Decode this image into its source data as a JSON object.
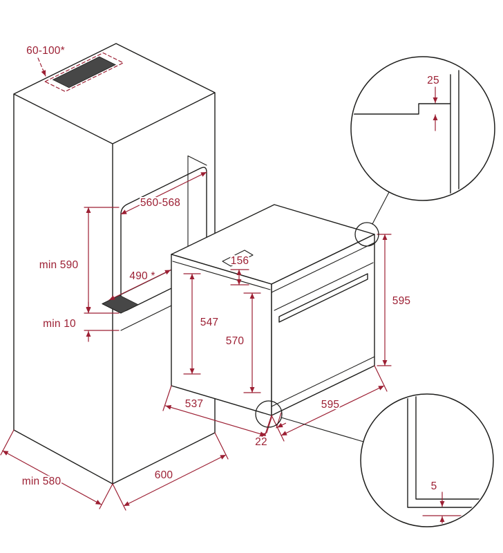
{
  "diagram": {
    "subject": "Built-in oven installation dimensions drawing",
    "colors": {
      "line": "#1d1d1b",
      "dimension": "#9c1f33",
      "panel_fill": "#474747",
      "background": "#ffffff"
    },
    "cabinet": {
      "vent_distance": "60-100*",
      "niche_width": "560-568",
      "niche_height": "min 590",
      "niche_depth": "490 *",
      "bottom_clearance": "min 10",
      "base_depth": "min 580",
      "base_width": "600"
    },
    "oven": {
      "front_recess_depth": "156",
      "body_height": "547",
      "inner_height": "570",
      "front_height": "595",
      "body_depth": "537",
      "front_width": "595",
      "bottom_overhang": "22"
    },
    "details": {
      "top_overlap": "25",
      "bottom_gap": "5"
    }
  }
}
